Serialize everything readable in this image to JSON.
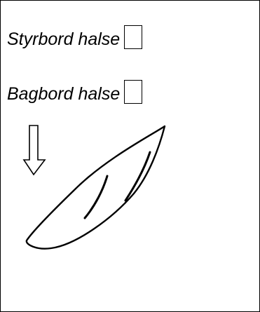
{
  "options": {
    "starboard_label": "Styrbord halse",
    "port_label": "Bagbord halse"
  },
  "icons": {
    "wind_arrow": "down-arrow-icon",
    "boat": "sailboat-hull-sketch"
  },
  "colors": {
    "ink": "#000000",
    "paper": "#ffffff"
  }
}
